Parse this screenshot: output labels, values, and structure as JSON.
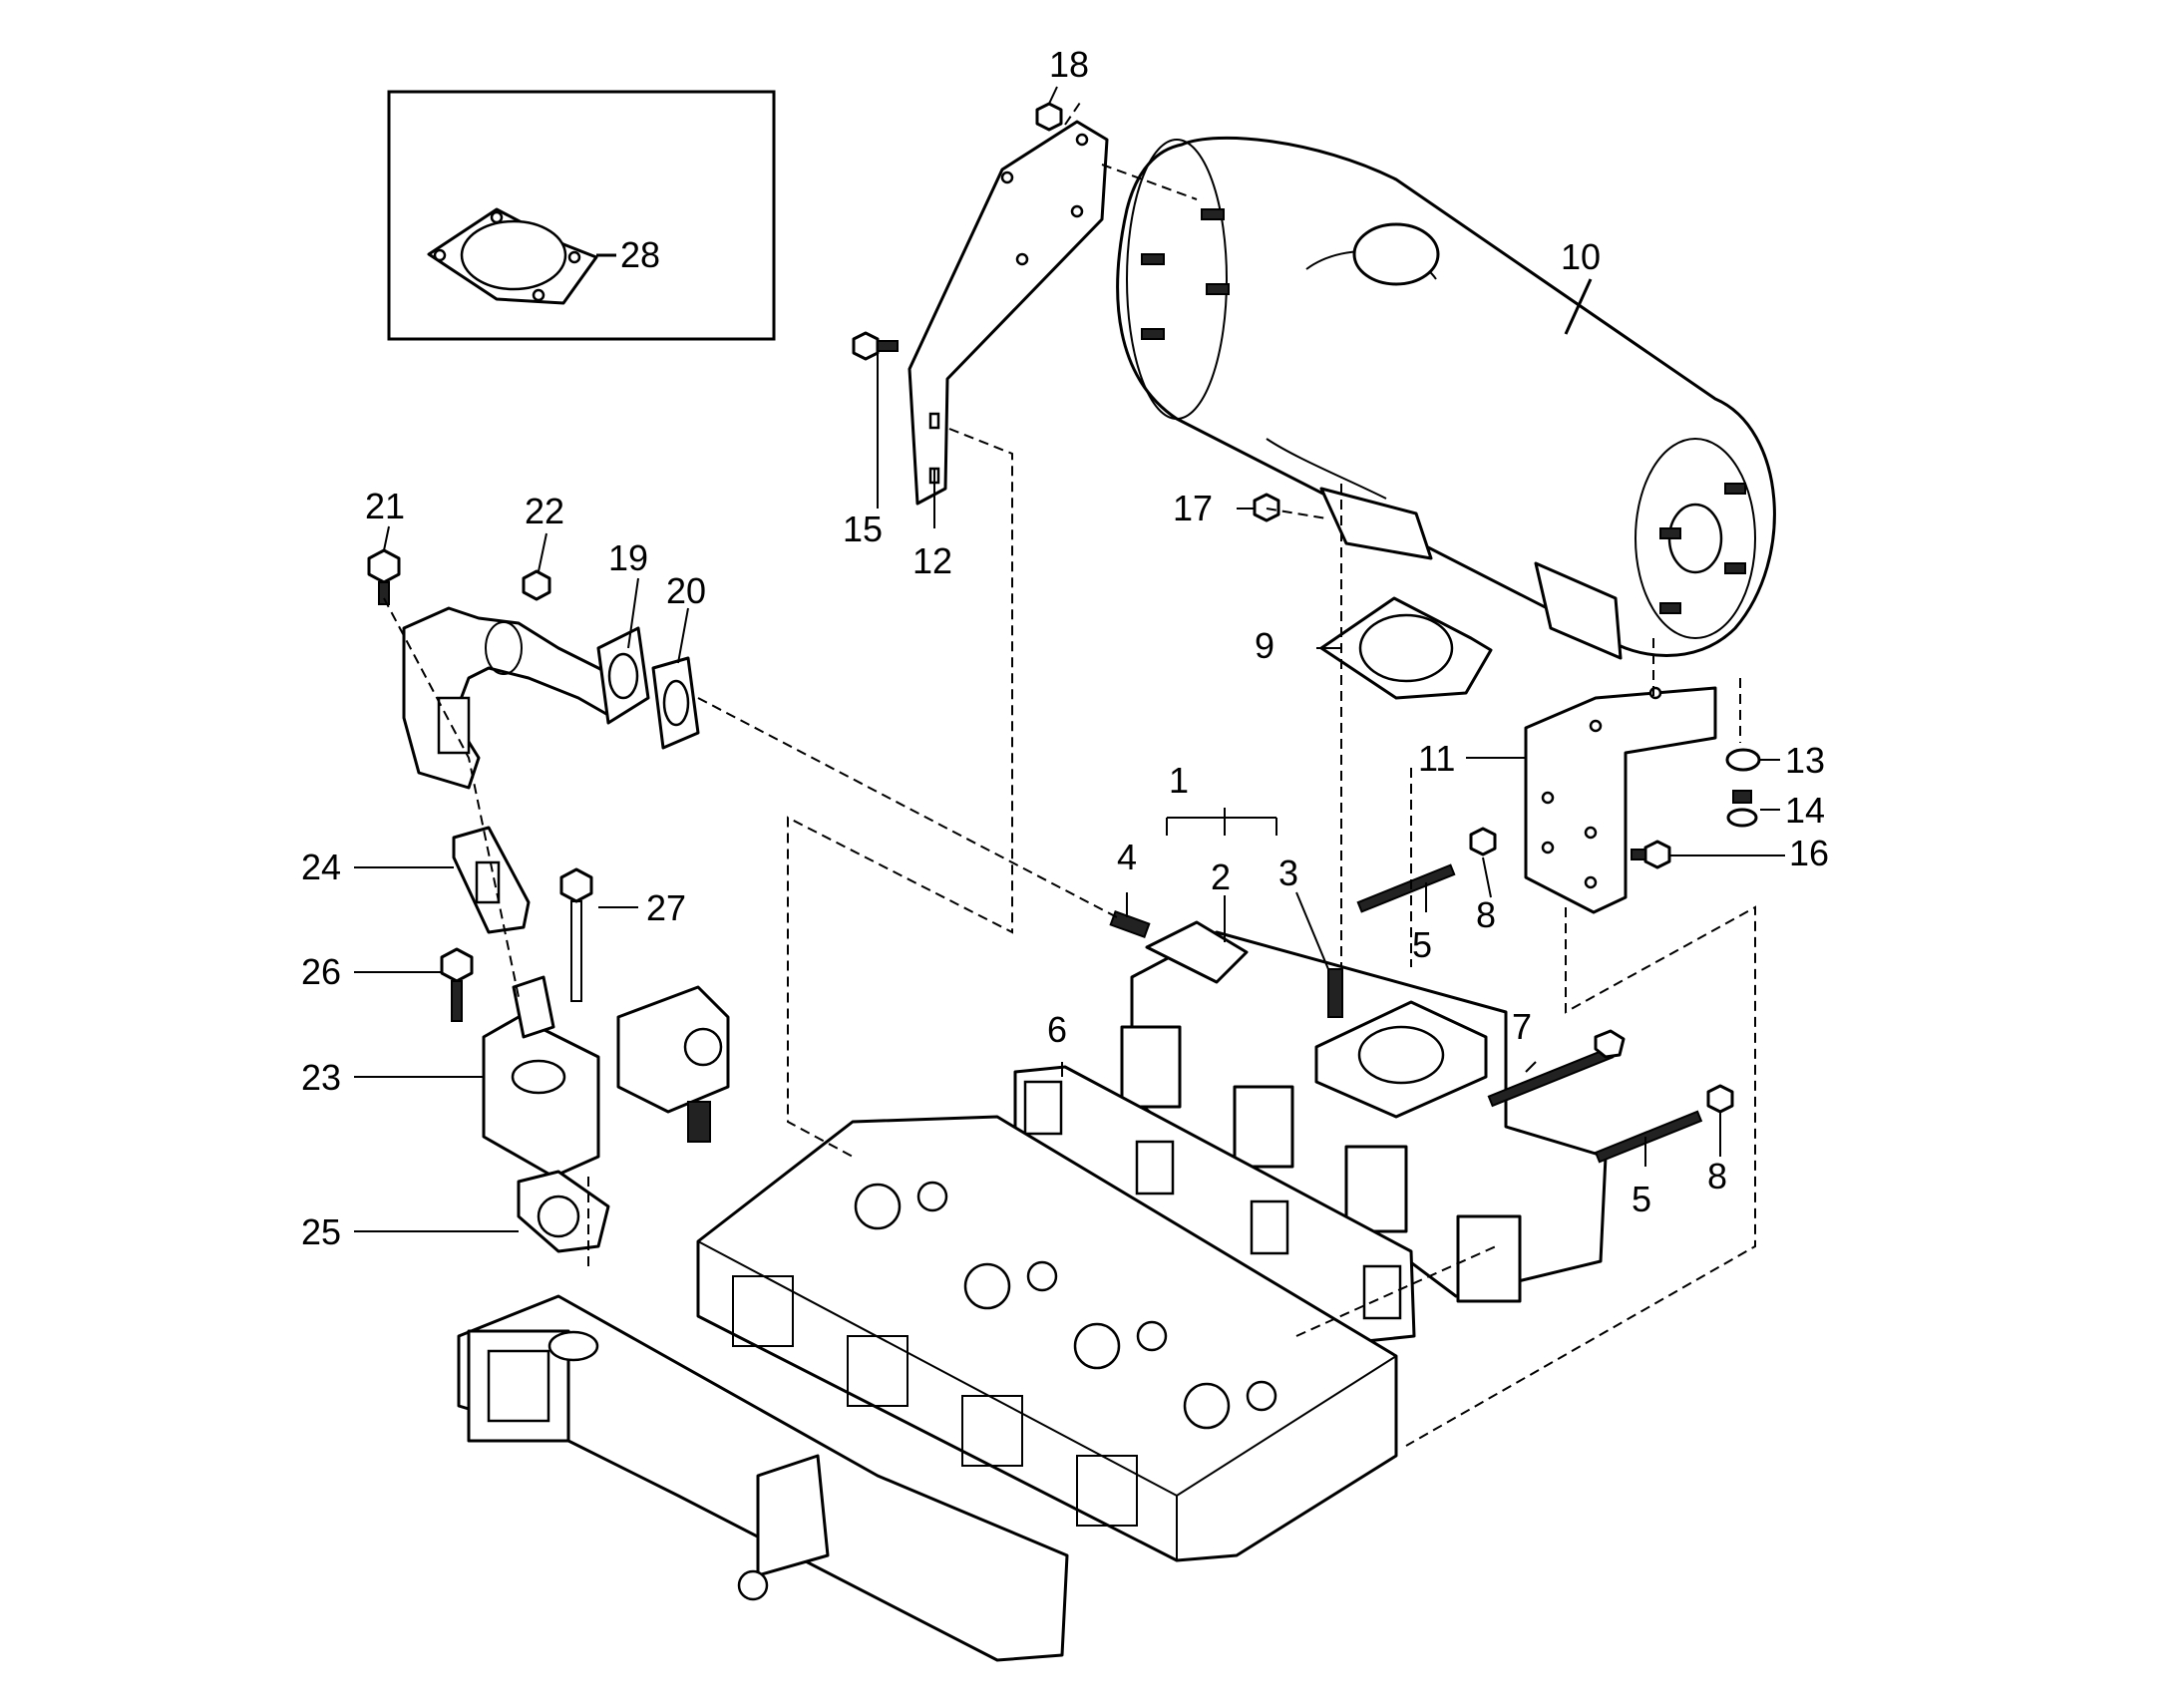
{
  "callouts": {
    "c1": "1",
    "c2": "2",
    "c3": "3",
    "c4": "4",
    "c5a": "5",
    "c5b": "5",
    "c6": "6",
    "c7": "7",
    "c8a": "8",
    "c8b": "8",
    "c9": "9",
    "c10": "10",
    "c11": "11",
    "c12": "12",
    "c13": "13",
    "c14": "14",
    "c15": "15",
    "c16": "16",
    "c17": "17",
    "c18": "18",
    "c19": "19",
    "c20": "20",
    "c21": "21",
    "c22": "22",
    "c23": "23",
    "c24": "24",
    "c25": "25",
    "c26": "26",
    "c27": "27",
    "c28": "28"
  }
}
